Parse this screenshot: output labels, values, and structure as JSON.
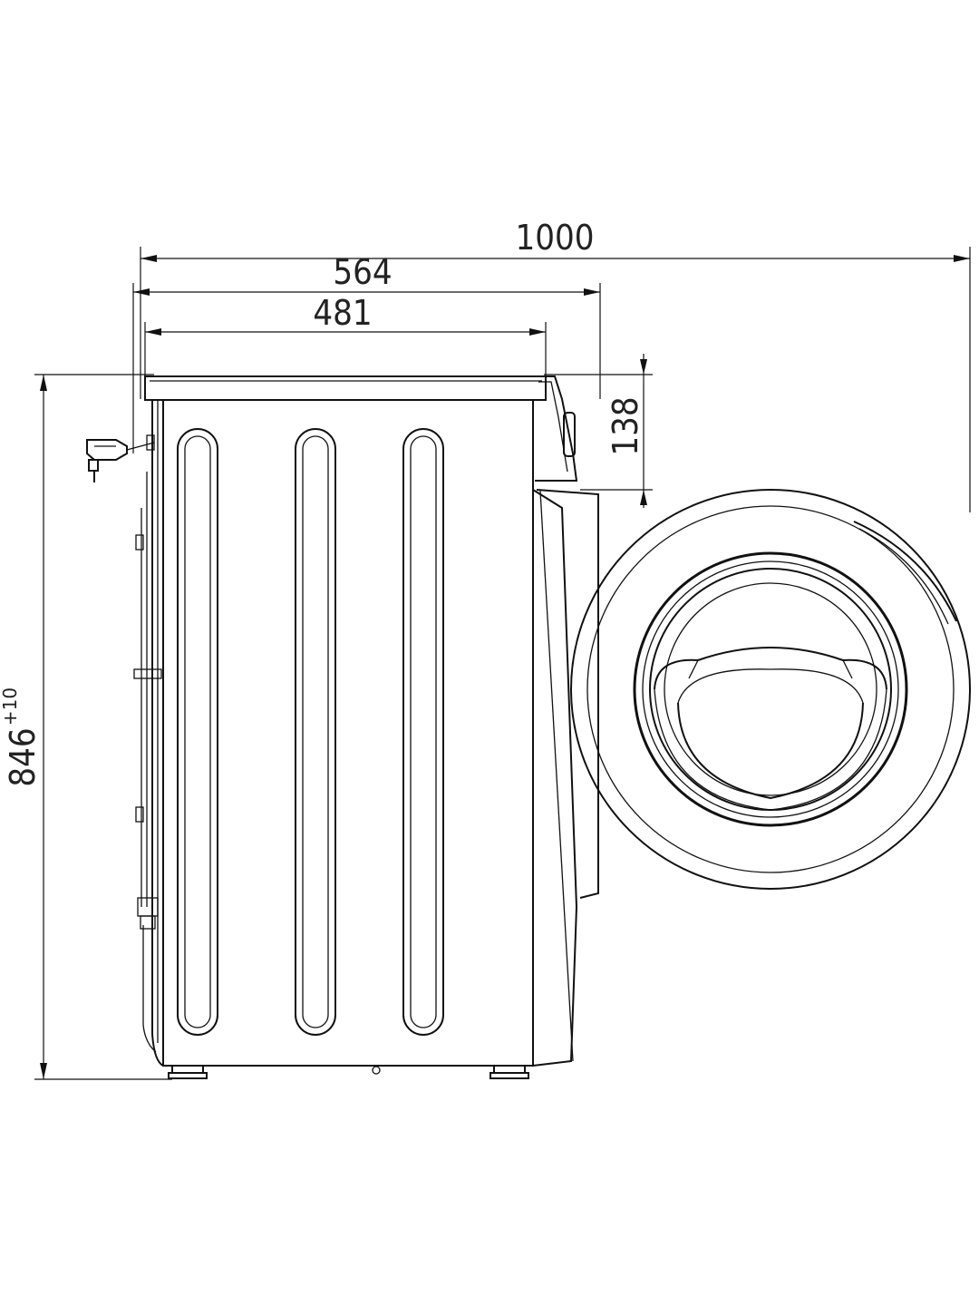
{
  "dimensions": {
    "total_depth": "1000",
    "depth_outer": "564",
    "depth_body": "481",
    "door_thickness": "138",
    "height": "846",
    "height_tolerance": "+10"
  }
}
